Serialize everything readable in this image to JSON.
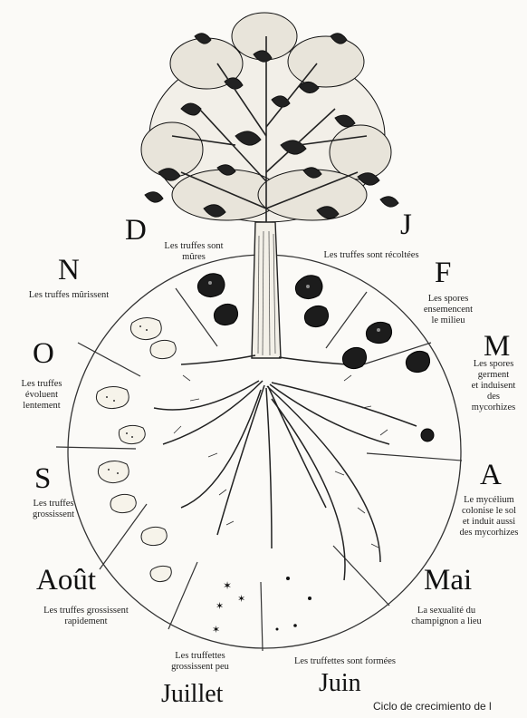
{
  "months": {
    "D": "D",
    "J": "J",
    "F": "F",
    "M": "M",
    "A": "A",
    "Mai": "Mai",
    "Juin": "Juin",
    "Juillet": "Juillet",
    "Aout": "Août",
    "S": "S",
    "O": "O",
    "N": "N"
  },
  "stages": {
    "D": [
      "Les truffes sont",
      "mûres"
    ],
    "J": [
      "Les truffes sont récoltées"
    ],
    "F": [
      "Les spores",
      "ensemencent",
      "le milieu"
    ],
    "M": [
      "Les spores",
      "germent",
      "et induisent",
      "des",
      "mycorhizes"
    ],
    "A": [
      "Le mycélium",
      "colonise le sol",
      "et induit aussi",
      "des mycorhizes"
    ],
    "Mai": [
      "La sexualité du",
      "champignon a lieu"
    ],
    "Juin": [
      "Les truffettes sont formées"
    ],
    "Juillet": [
      "Les truffettes",
      "grossissent peu"
    ],
    "Aout": [
      "Les truffes grossissent",
      "rapidement"
    ],
    "S": [
      "Les truffes",
      "grossissent"
    ],
    "O": [
      "Les truffes",
      "évoluent",
      "lentement"
    ],
    "N": [
      "Les truffes mûrissent"
    ]
  },
  "caption": "Ciclo de crecimiento de l"
}
